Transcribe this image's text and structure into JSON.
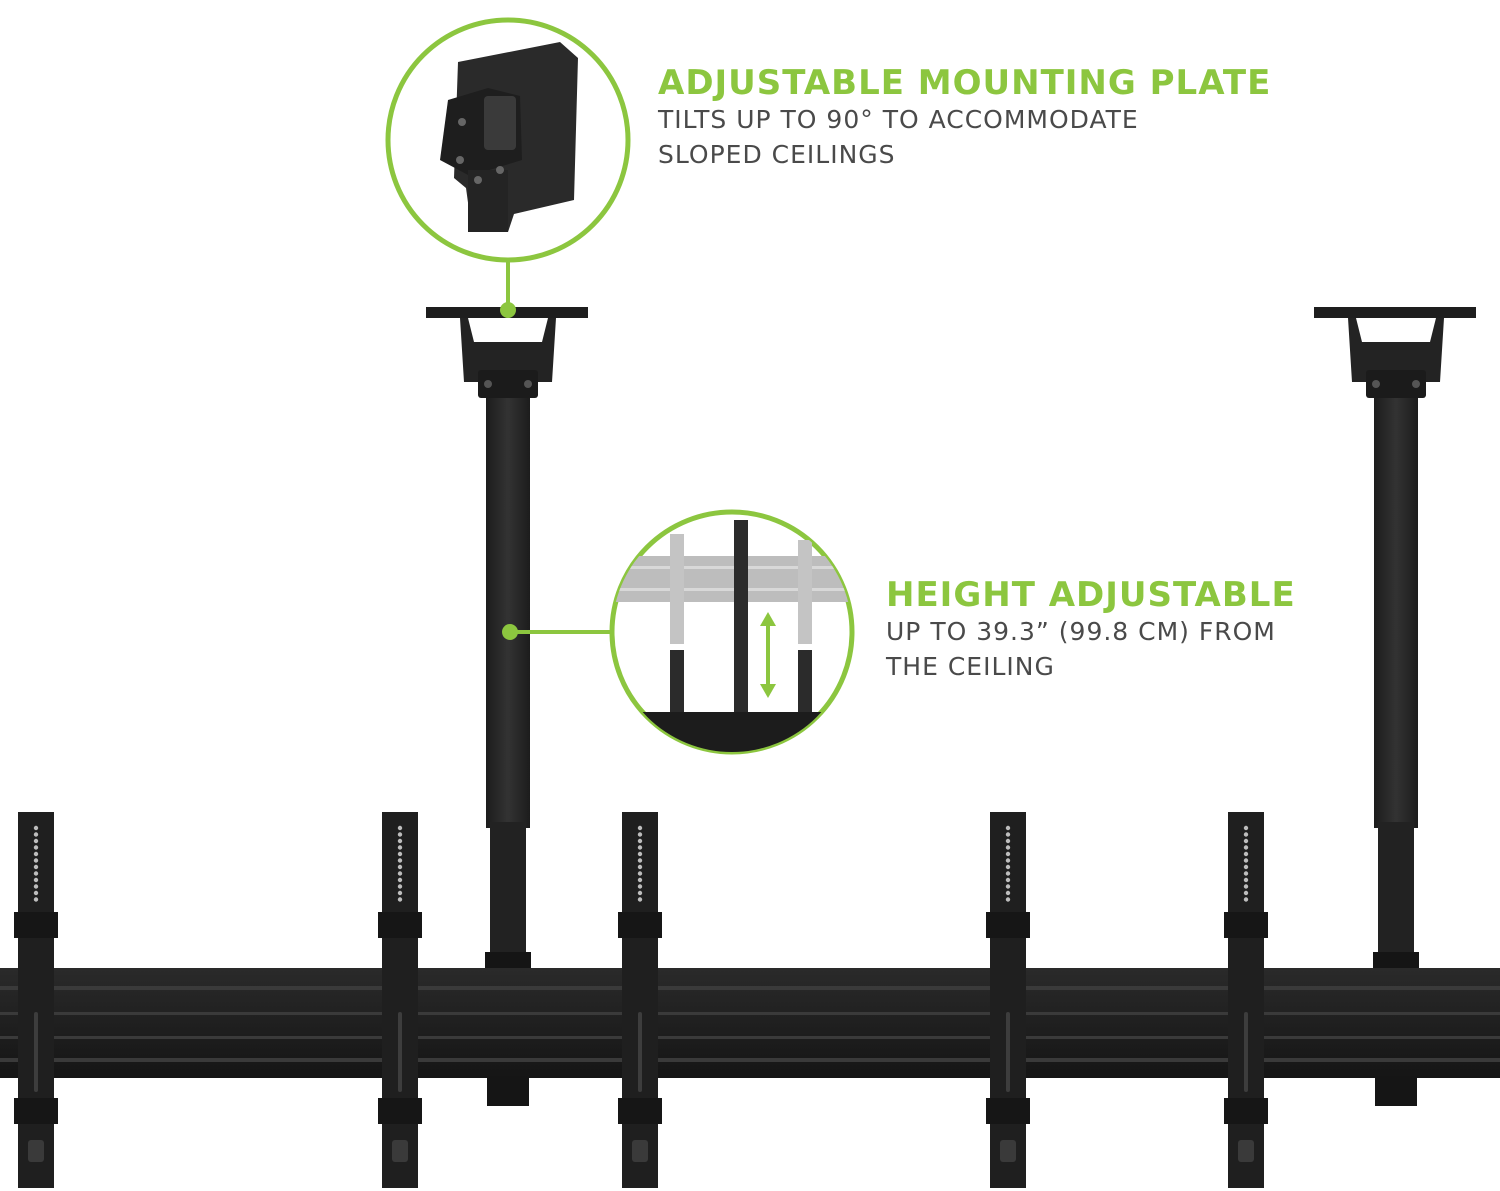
{
  "colors": {
    "accent": "#8cc63f",
    "hardware": "#2b2b2b",
    "hardware_dark": "#1a1a1a",
    "text": "#4a4a4a",
    "background": "#ffffff"
  },
  "callouts": {
    "mounting_plate": {
      "heading": "ADJUSTABLE MOUNTING PLATE",
      "lines": [
        "TILTS UP TO 90° TO ACCOMMODATE",
        "SLOPED CEILINGS"
      ]
    },
    "height": {
      "heading": "HEIGHT ADJUSTABLE",
      "lines": [
        "UP TO 39.3” (99.8 CM) FROM",
        "THE CEILING"
      ]
    }
  }
}
